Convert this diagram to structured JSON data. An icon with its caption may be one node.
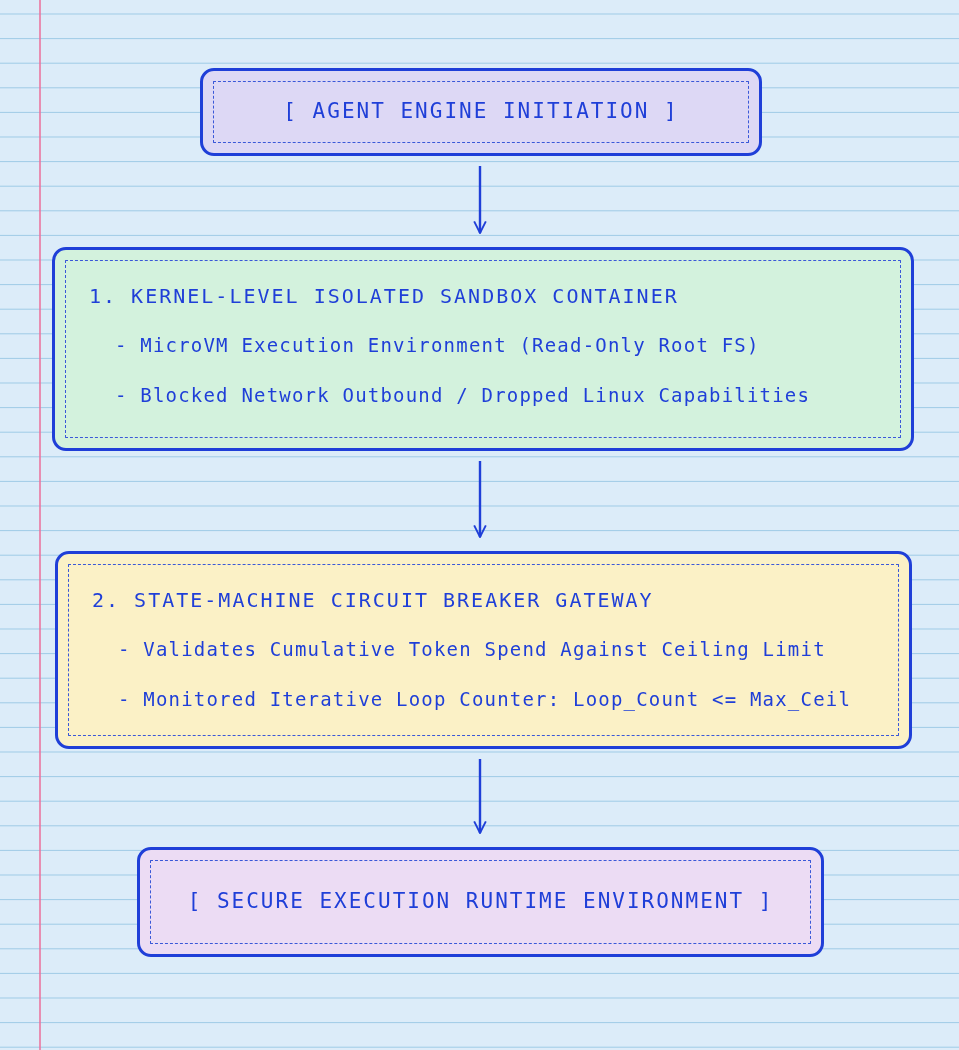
{
  "diagram": {
    "nodes": [
      {
        "text": [
          "[ AGENT ENGINE INITIATION ]"
        ]
      },
      {
        "text": [
          "1. KERNEL-LEVEL ISOLATED SANDBOX CONTAINER",
          "- MicroVM Execution Environment (Read-Only Root FS)",
          "- Blocked Network Outbound / Dropped Linux Capabilities"
        ]
      },
      {
        "text": [
          "2. STATE-MACHINE CIRCUIT BREAKER GATEWAY",
          "- Validates Cumulative Token Spend Against Ceiling Limit",
          "- Monitored Iterative Loop Counter: Loop_Count <= Max_Ceil"
        ]
      },
      {
        "text": [
          "[ SECURE EXECUTION RUNTIME ENVIRONMENT ]"
        ]
      }
    ],
    "edges": [
      {
        "from": 0,
        "to": 1,
        "arrow": "to"
      },
      {
        "from": 1,
        "to": 2,
        "arrow": "to"
      },
      {
        "from": 2,
        "to": 3,
        "arrow": "to"
      }
    ]
  }
}
